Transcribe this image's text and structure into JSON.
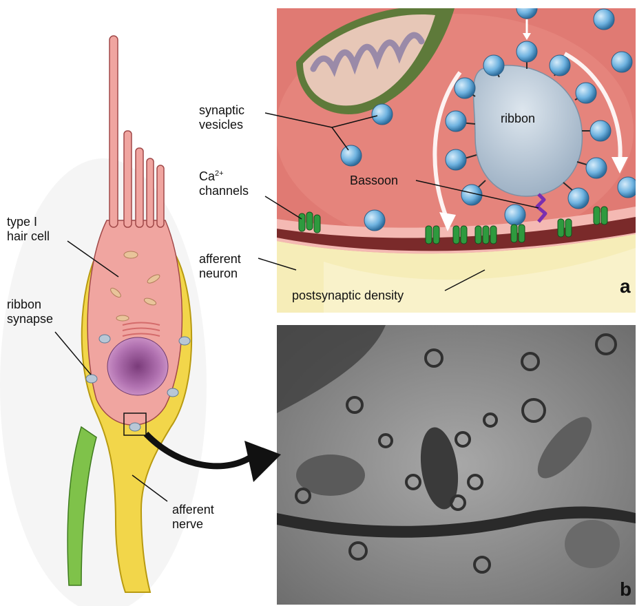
{
  "labels": {
    "synaptic_vesicles_1": "synaptic",
    "synaptic_vesicles_2": "vesicles",
    "ca_channels_1": "Ca",
    "ca_channels_sup": "2+",
    "ca_channels_2": "channels",
    "type_i_1": "type I",
    "type_i_2": "hair cell",
    "ribbon_synapse_1": "ribbon",
    "ribbon_synapse_2": "synapse",
    "afferent_neuron_1": "afferent",
    "afferent_neuron_2": "neuron",
    "ribbon": "ribbon",
    "bassoon": "Bassoon",
    "postsynaptic_density": "postsynaptic density",
    "afferent_nerve_1": "afferent",
    "afferent_nerve_2": "nerve"
  },
  "panels": {
    "a": "a",
    "b": "b"
  },
  "colors": {
    "cytoplasm": "#e8807a",
    "hair_cell": "#f0a5a0",
    "nucleus": "#a0589a",
    "afferent_yellow": "#f2d64a",
    "postsynaptic_cream": "#f6edb8",
    "vesicle_blue": "#6fb3e0",
    "ribbon_gray": "#b8c7d6",
    "channel_green": "#2e9a3e",
    "bassoon_purple": "#7a2fb0",
    "em_gray": "#8a8a8a"
  }
}
